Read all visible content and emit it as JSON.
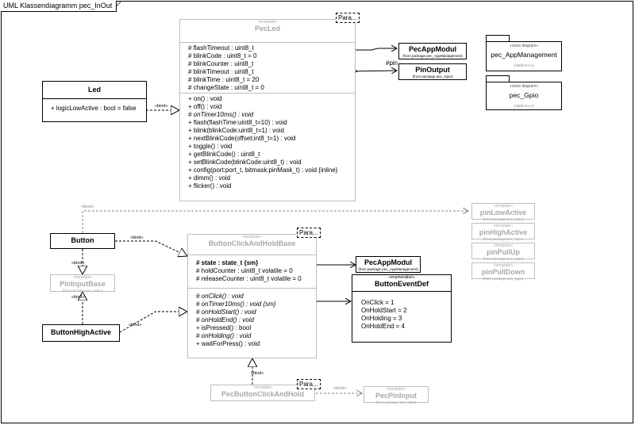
{
  "frame": {
    "title": "UML Klassendiagramm pec_InOut"
  },
  "param_label": "Para...",
  "pec_led": {
    "stereotype": "«template»",
    "name": "PecLed",
    "attributes": [
      "# flashTimeout : uint8_t",
      "# blinkCode : uint8_t = 0",
      "# blinkCounter : uint8_t",
      "# blinkTimeout : uint8_t",
      "# blinkTime : uint8_t = 20",
      "# changeState : uint8_t = 0"
    ],
    "operations": [
      "+ on() : void",
      "+ off() : void",
      "# onTimer10ms() : void",
      "+ flash(flashTime:uint8_t=10) : void",
      "+ blink(blinkCode:uint8_t=1) : void",
      "+ nextBlinkCode(offset:int8_t=1) : void",
      "+ toggle() : void",
      "+ getBlinkCode() : uint8_t",
      "+ setBlinkCode(blinkCode:uint8_t) : void",
      "+ config(port:port_t, bitmask:pinMask_t) : void {inline}",
      "+ dimm() : void",
      "+ flicker() : void"
    ]
  },
  "led": {
    "name": "Led",
    "attributes": [
      "+ logicLowActive : bool = false"
    ]
  },
  "pec_app_modul_top": {
    "name": "PecAppModul",
    "from": "(from package pec_AppManagement)"
  },
  "pin_output": {
    "name": "PinOutput",
    "from": "(from package pec_Gpio)",
    "role": "#pin"
  },
  "pkg_app": {
    "stereotype": "«class diagram»",
    "name": "pec_AppManagement",
    "footer": "(Attrib 0>>>)"
  },
  "pkg_gpio": {
    "stereotype": "«class diagram»",
    "name": "pec_Gpio",
    "footer": "(Attrib 0>>>)"
  },
  "button": {
    "name": "Button"
  },
  "pin_input_base": {
    "stereotype": "«template»",
    "name": "PinInputBase",
    "from": "(from package pec_Gpio)"
  },
  "button_high_active": {
    "name": "ButtonHighActive"
  },
  "bcah": {
    "stereotype": "«template»",
    "name": "ButtonClickAndHoldBase",
    "attributes": [
      "# state : state_t {sm}",
      "# holdCounter : uint8_t volatile = 0",
      "# releaseCounter : uint8_t volatile = 0"
    ],
    "operations": [
      "# onClick() : void",
      "# onTimer10ms() : void {sm}",
      "# onHoldStart() : void",
      "# onHoldEnd() : void",
      "+ isPressed() : bool",
      "# onHolding() : void",
      "+ waitForPress() : void"
    ]
  },
  "pec_app_modul_mid": {
    "name": "PecAppModul",
    "from": "(from package pec_AppManagement)"
  },
  "button_event_def": {
    "stereotype": "«enumeration»",
    "name": "ButtonEventDef",
    "literals": [
      "OnClick = 1",
      "OnHoldStart = 2",
      "OnHolding = 3",
      "OnHoldEnd = 4"
    ]
  },
  "pin_templates": [
    {
      "stereotype": "«template»",
      "name": "pinLowActive",
      "from": "(from package pec_Gpio)"
    },
    {
      "stereotype": "«template»",
      "name": "pinHighActive",
      "from": "(from package pec_Gpio)"
    },
    {
      "stereotype": "«template»",
      "name": "pinPullUp",
      "from": "(from package pec_Gpio)"
    },
    {
      "stereotype": "«template»",
      "name": "pinPullDown",
      "from": "(from package pec_Gpio)"
    }
  ],
  "pec_button_cah": {
    "stereotype": "«template»",
    "name": "PecButtonClickAndHold"
  },
  "pec_pin_input": {
    "stereotype": "«template»",
    "name": "PecPinInput",
    "from": "(from package pec_Gpio)"
  },
  "edge_labels": {
    "bind": "«bind»"
  }
}
